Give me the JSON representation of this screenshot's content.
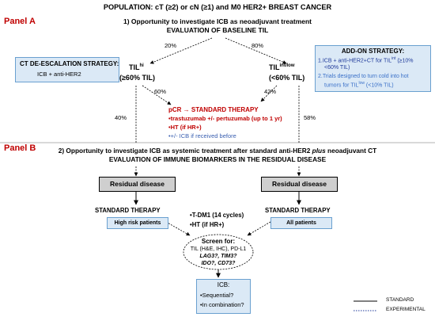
{
  "header": {
    "population": "POPULATION: cT (≥2) or cN (≥1) and M0 HER2+ BREAST CANCER"
  },
  "panel_a": {
    "label": "Panel A",
    "title1": "1) Opportunity to investigate ICB as neoadjuvant treatment",
    "title2": "EVALUATION OF BASELINE TIL",
    "pct_left_split": "20%",
    "pct_right_split": "80%",
    "til_hi_main": "TIL",
    "til_hi_sup": "hi",
    "til_hi_range": "(≥60% TIL)",
    "til_low_main": "TIL",
    "til_low_sup": "int/low",
    "til_low_range": "(<60% TIL)",
    "pct_hi_pcr": "60%",
    "pct_low_pcr": "42%",
    "pct_hi_down": "40%",
    "pct_low_down": "58%",
    "deescalation": {
      "title": "CT DE-ESCALATION STRATEGY:",
      "body": "ICB + anti-HER2"
    },
    "addon": {
      "title": "ADD-ON STRATEGY:",
      "item1_line1": "1.ICB + anti-HER2+CT for TIL",
      "item1_sup": "int",
      "item1_tail": " (≥10%",
      "item1_line2": "<60% TIL)",
      "item2_line1": "2.Trials designed to turn cold into hot",
      "item2_line2_pre": "tumors for TIL",
      "item2_sup": "low",
      "item2_tail": " (<10% TIL)"
    },
    "pcr": {
      "title": "pCR → STANDARD THERAPY",
      "b1": "•trastuzumab +/- pertuzumab (up to 1 yr)",
      "b2": "•HT (if HR+)",
      "b3": "•+/- ICB if received before"
    }
  },
  "panel_b": {
    "label": "Panel B",
    "title1_pre": "2) Opportunity to investigate ICB as systemic treatment after standard anti-HER2 ",
    "title1_italic": "plus",
    "title1_post": " neoadjuvant CT",
    "title2": "EVALUATION OF IMMUNE BIOMARKERS IN THE RESIDUAL DISEASE",
    "residual_left": "Residual disease",
    "residual_right": "Residual disease",
    "std_left": "STANDARD THERAPY",
    "std_right": "STANDARD THERAPY",
    "high_risk": "High risk patients",
    "all_patients": "All patients",
    "tdm1": "•T-DM1 (14 cycles)",
    "ht": "•HT (if HR+)",
    "screen": {
      "title": "Screen for:",
      "line1": "TIL (H&E, IHC), PD-L1",
      "line2": "LAG3?, TIM3?",
      "line3": "IDO?, CD73?"
    },
    "icb": {
      "title": "ICB:",
      "b1": "•Sequential?",
      "b2": "•In combination?"
    }
  },
  "legend": {
    "standard": "STANDARD",
    "experimental": "EXPERIMENTAL"
  }
}
